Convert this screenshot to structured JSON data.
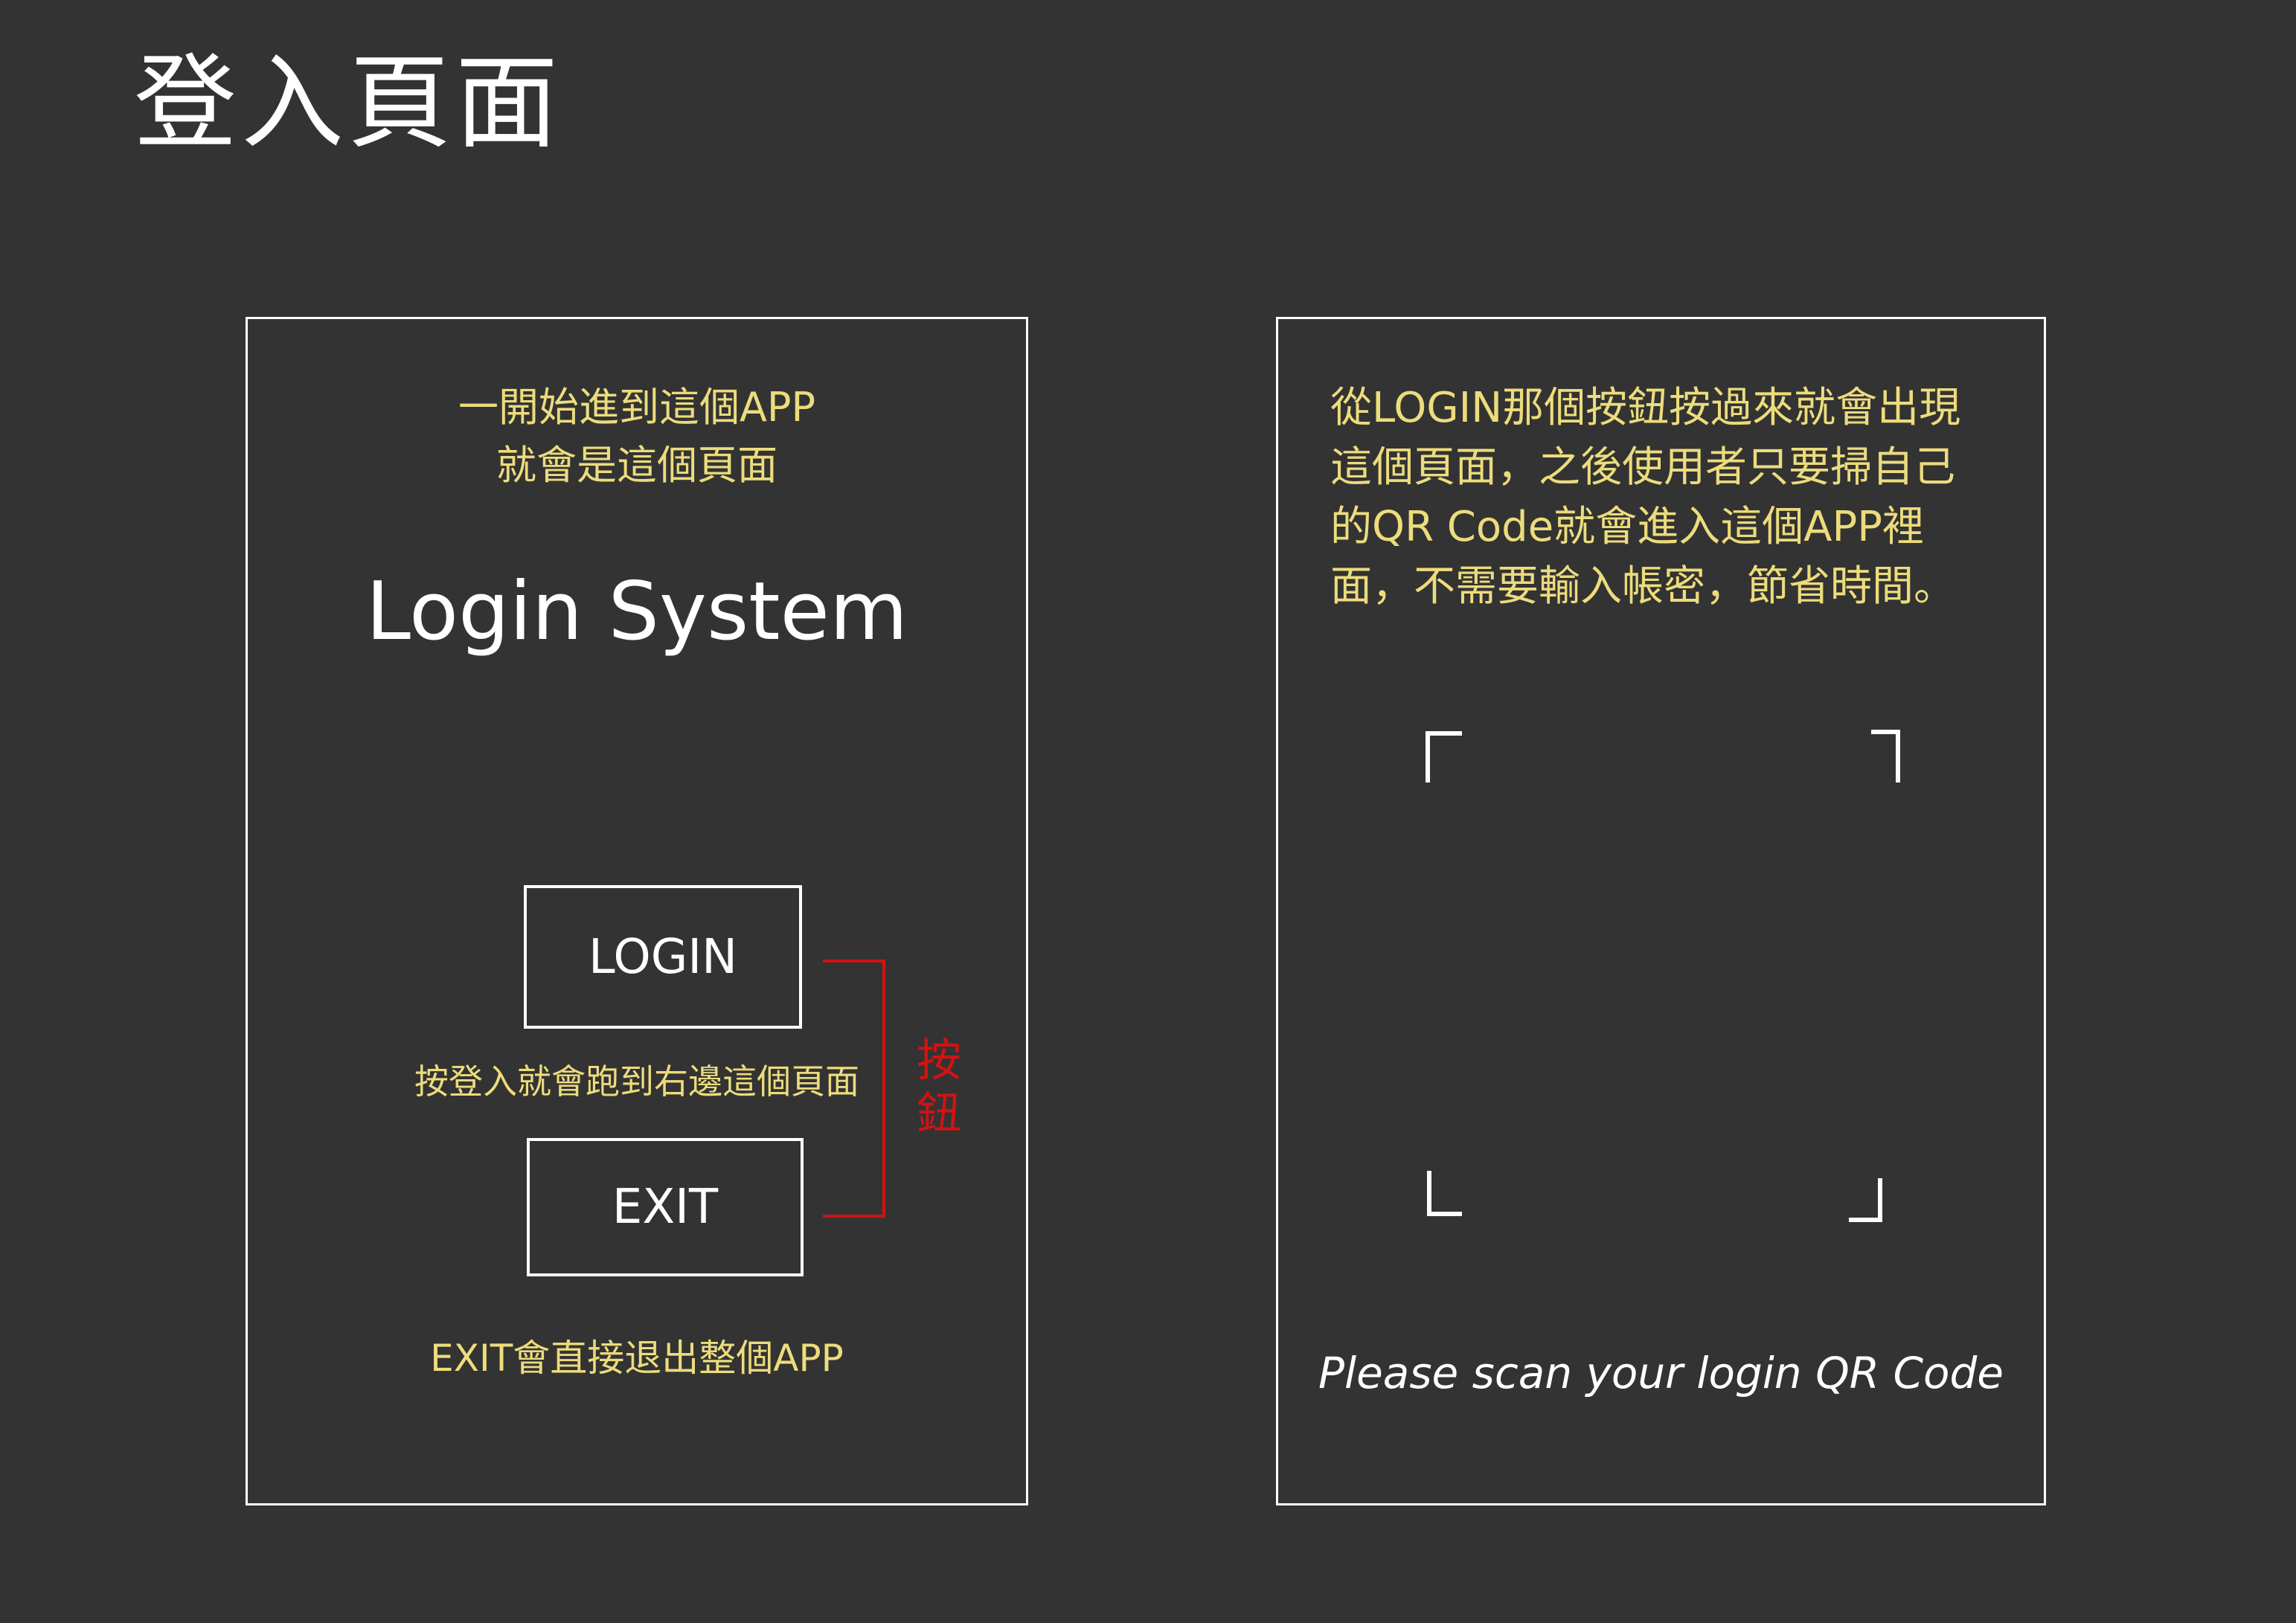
{
  "page_title": "登入頁面",
  "left_panel": {
    "intro_note_line1": "一開始進到這個APP",
    "intro_note_line2": "就會是這個頁面",
    "app_title": "Login System",
    "login_label": "LOGIN",
    "login_note": "按登入就會跑到右邊這個頁面",
    "exit_label": "EXIT",
    "exit_note": "EXIT會直接退出整個APP",
    "callout_label": "按鈕"
  },
  "right_panel": {
    "desc_line1": "從LOGIN那個按鈕按過來就會出現",
    "desc_line2": "這個頁面，之後使用者只要掃自己",
    "desc_line3": "的QR Code就會進入這個APP裡",
    "desc_line4": "面，不需要輸入帳密，節省時間。",
    "scan_prompt": "Please scan your login QR Code"
  },
  "colors": {
    "background": "#333333",
    "line": "#ffffff",
    "note_text": "#ecdc7c",
    "callout": "#d01313"
  }
}
